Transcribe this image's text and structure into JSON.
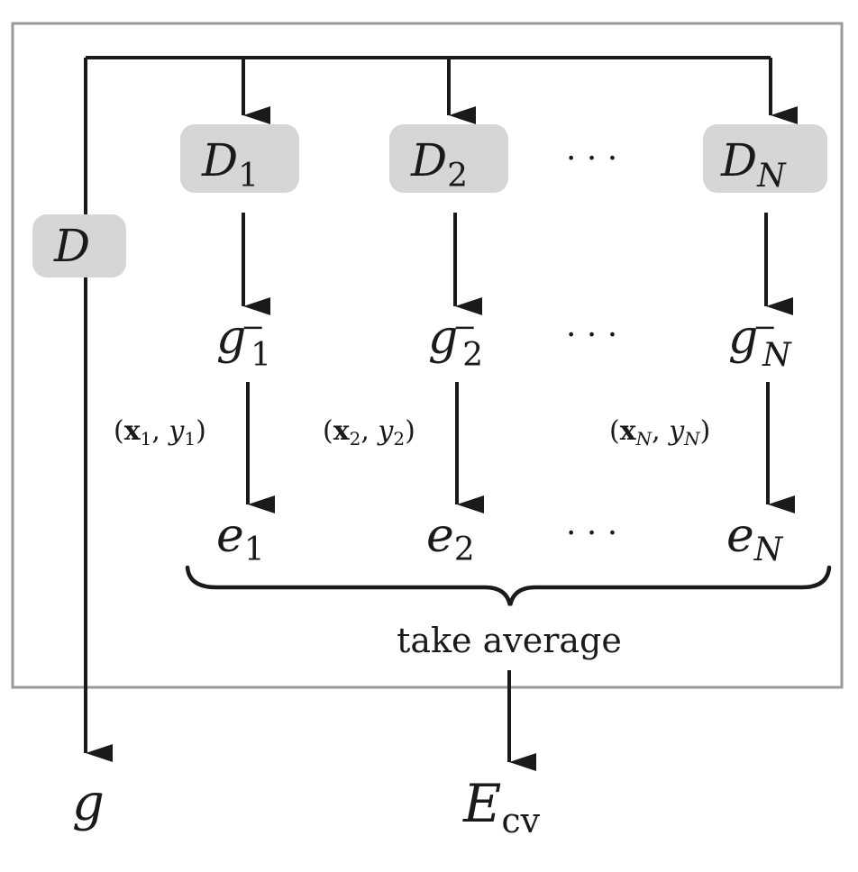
{
  "diagram": {
    "full_dataset": {
      "symbol": "D"
    },
    "final_hypothesis": {
      "symbol": "g"
    },
    "columns": [
      {
        "dataset_symbol": "D",
        "dataset_sub": "1",
        "hyp_symbol": "g",
        "hyp_sub": "1",
        "hyp_sup": "−",
        "point_x": "x",
        "point_x_sub": "1",
        "point_y": "y",
        "point_y_sub": "1",
        "err_symbol": "e",
        "err_sub": "1"
      },
      {
        "dataset_symbol": "D",
        "dataset_sub": "2",
        "hyp_symbol": "g",
        "hyp_sub": "2",
        "hyp_sup": "−",
        "point_x": "x",
        "point_x_sub": "2",
        "point_y": "y",
        "point_y_sub": "2",
        "err_symbol": "e",
        "err_sub": "2"
      },
      {
        "dataset_symbol": "D",
        "dataset_sub": "N",
        "hyp_symbol": "g",
        "hyp_sub": "N",
        "hyp_sup": "−",
        "point_x": "x",
        "point_x_sub": "N",
        "point_y": "y",
        "point_y_sub": "N",
        "err_symbol": "e",
        "err_sub": "N"
      }
    ],
    "ellipsis": "· · ·",
    "brace_label": "take average",
    "result": {
      "symbol": "E",
      "sub": "cv"
    }
  }
}
